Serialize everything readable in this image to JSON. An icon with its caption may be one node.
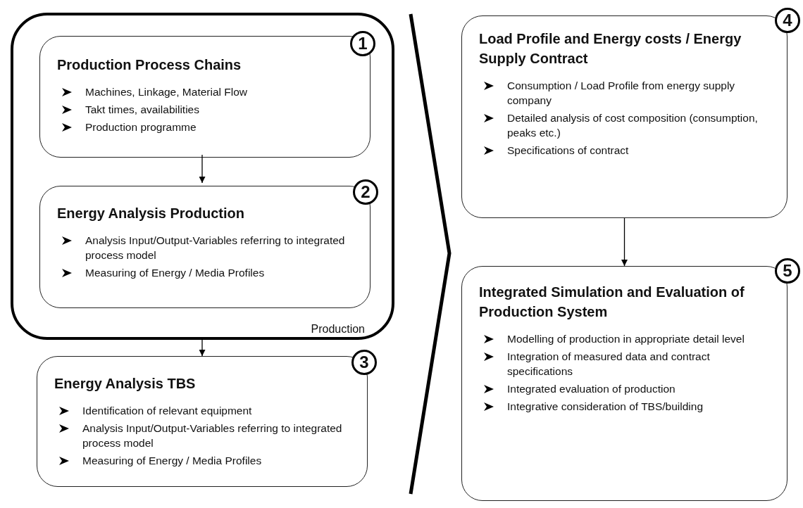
{
  "diagram": {
    "nodes": [
      {
        "text": [
          "Production"
        ]
      },
      {
        "text": [
          "1",
          "Production Process Chains",
          "Machines, Linkage, Material Flow",
          "Takt times, availabilities",
          "Production programme"
        ],
        "in": 0
      },
      {
        "text": [
          "2",
          "Energy Analysis Production",
          "Analysis Input/Output-Variables referring to integrated process model",
          "Measuring of Energy / Media Profiles"
        ],
        "in": 0
      },
      {
        "text": [
          "3",
          "Energy Analysis TBS",
          "Identification of relevant equipment",
          "Analysis Input/Output-Variables referring to integrated process model",
          "Measuring of Energy / Media Profiles"
        ]
      },
      {
        "text": [
          "4",
          "Load Profile and Energy costs / Energy Supply Contract",
          "Consumption / Load Profile from energy supply company",
          "Detailed analysis of cost composition (consumption, peaks etc.)",
          "Specifications of contract"
        ]
      },
      {
        "text": [
          "5",
          "Integrated Simulation and Evaluation of Production System",
          "Modelling of production in appropriate detail level",
          "Integration of measured data and contract specifications",
          "Integrated evaluation of production",
          "Integrative consideration of TBS/building"
        ]
      }
    ],
    "edges": [
      {
        "from": 1,
        "to": 2,
        "arrow": "to"
      },
      {
        "from": 0,
        "to": 3,
        "arrow": "to"
      },
      {
        "from": 4,
        "to": 5,
        "arrow": "to"
      }
    ]
  }
}
